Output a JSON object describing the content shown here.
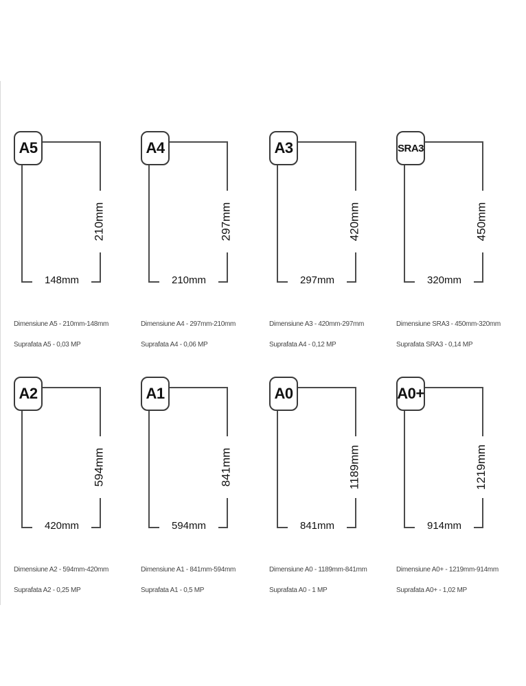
{
  "formats": [
    {
      "code": "A5",
      "height": "210mm",
      "width": "148mm",
      "dimension_text": "Dimensiune A5 - 210mm-148mm",
      "area_text": "Suprafata A5 - 0,03 MP"
    },
    {
      "code": "A4",
      "height": "297mm",
      "width": "210mm",
      "dimension_text": "Dimensiune A4 - 297mm-210mm",
      "area_text": "Suprafata A4 - 0,06 MP"
    },
    {
      "code": "A3",
      "height": "420mm",
      "width": "297mm",
      "dimension_text": "Dimensiune A3 - 420mm-297mm",
      "area_text": "Suprafata A4 - 0,12 MP"
    },
    {
      "code": "SRA3",
      "height": "450mm",
      "width": "320mm",
      "dimension_text": "Dimensiune SRA3 - 450mm-320mm",
      "area_text": "Suprafata SRA3 - 0,14 MP"
    },
    {
      "code": "A2",
      "height": "594mm",
      "width": "420mm",
      "dimension_text": "Dimensiune A2 - 594mm-420mm",
      "area_text": "Suprafata A2 - 0,25 MP"
    },
    {
      "code": "A1",
      "height": "841mm",
      "width": "594mm",
      "dimension_text": "Dimensiune A1 - 841mm-594mm",
      "area_text": "Suprafata A1 - 0,5 MP"
    },
    {
      "code": "A0",
      "height": "1189mm",
      "width": "841mm",
      "dimension_text": "Dimensiune A0 - 1189mm-841mm",
      "area_text": "Suprafata A0 - 1 MP"
    },
    {
      "code": "A0+",
      "height": "1219mm",
      "width": "914mm",
      "dimension_text": "Dimensiune A0+ - 1219mm-914mm",
      "area_text": "Suprafata A0+ - 1,02 MP"
    }
  ]
}
